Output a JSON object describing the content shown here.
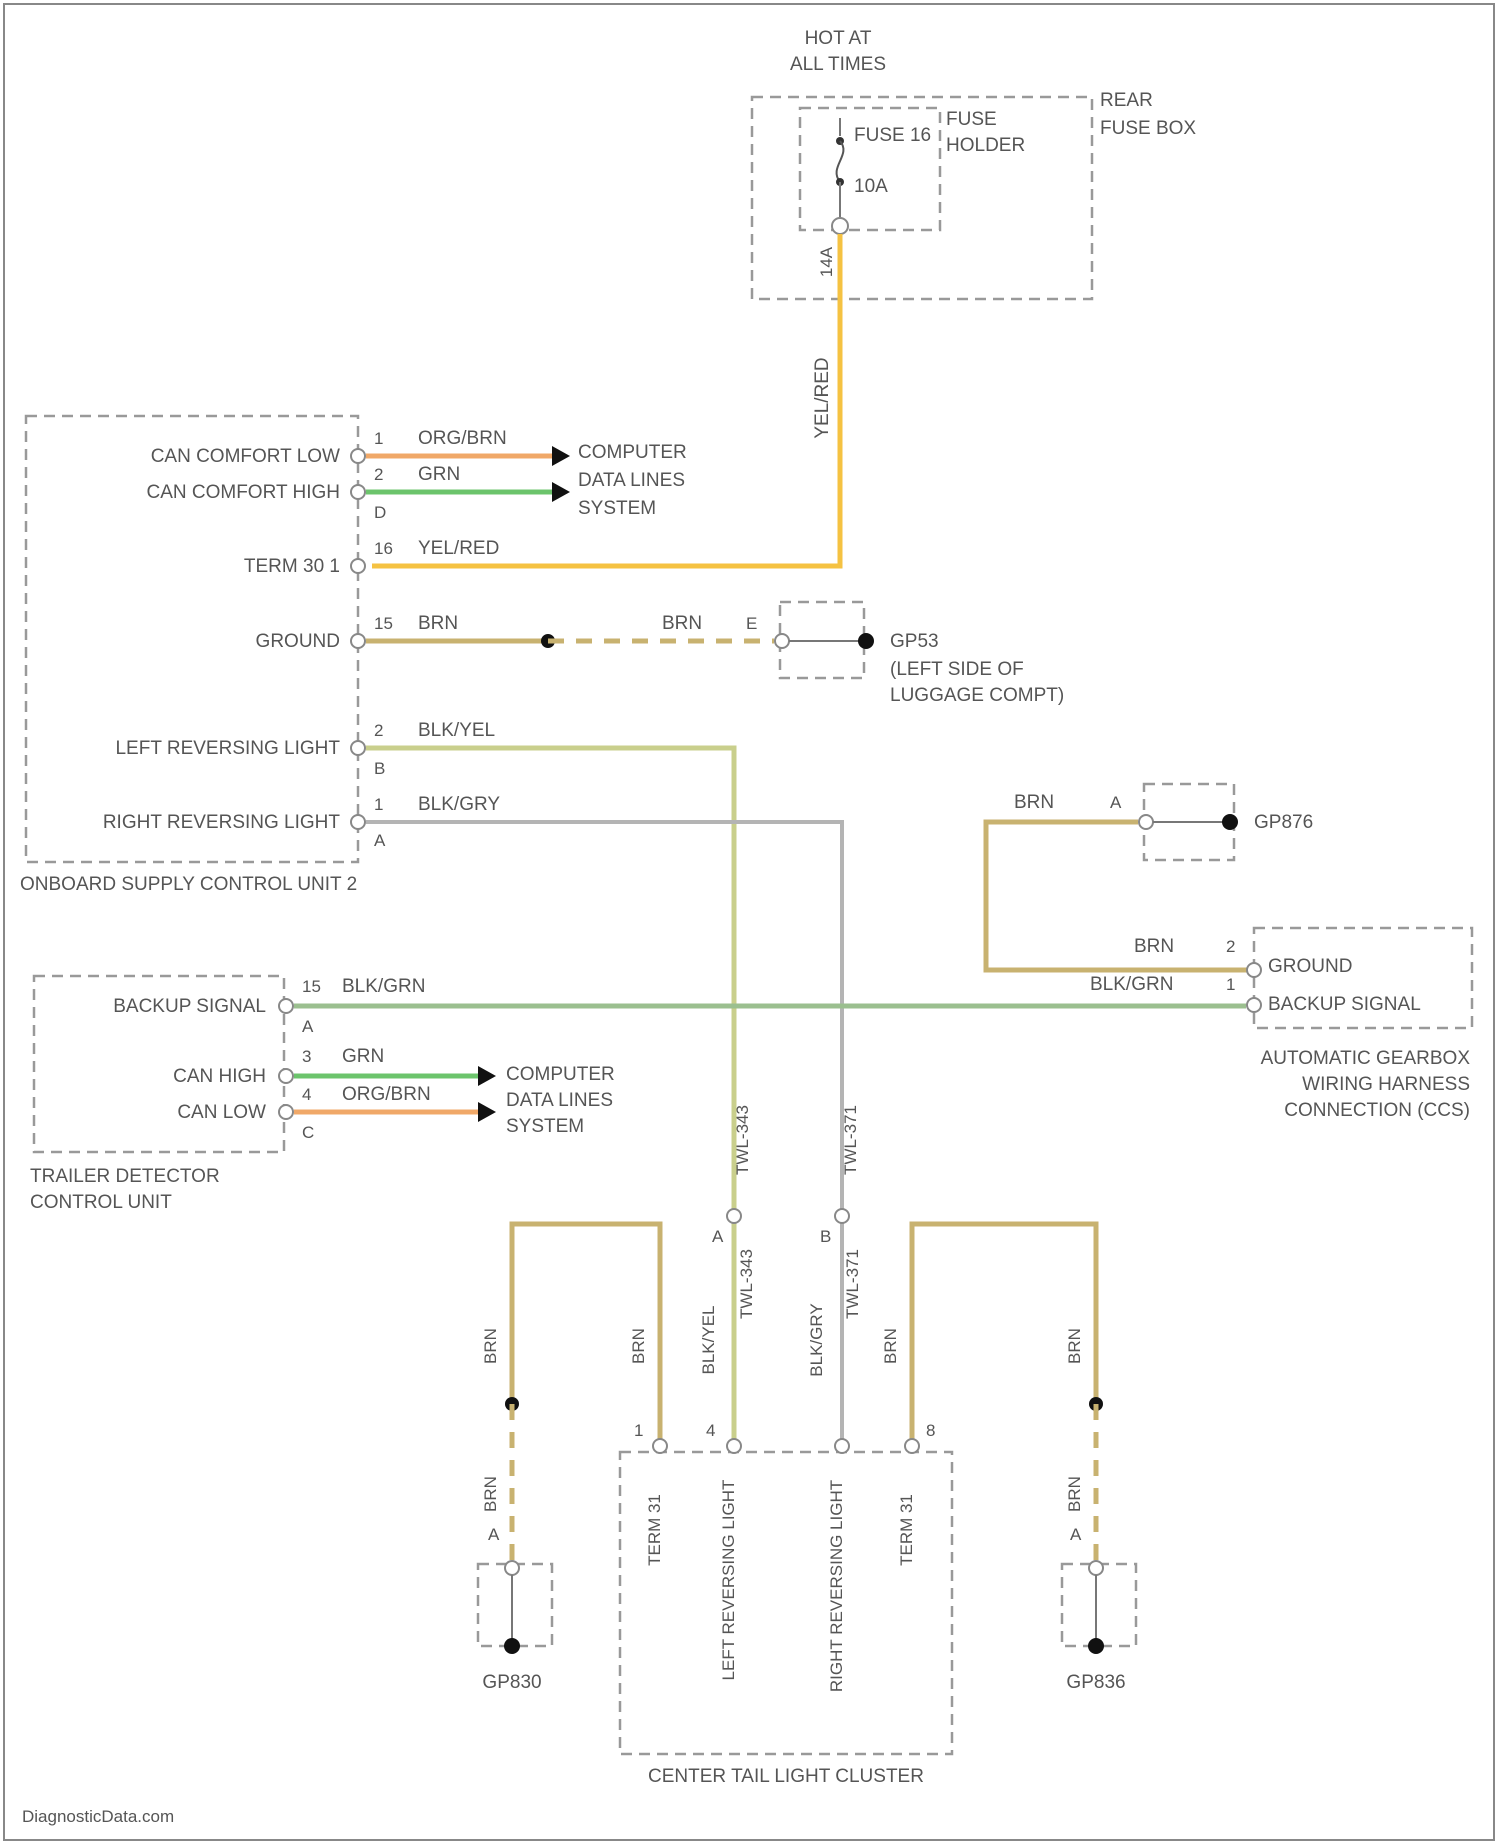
{
  "colors": {
    "yel_red": "#F5C242",
    "brn": "#C8B270",
    "org_brn": "#F0A868",
    "grn": "#6CC46C",
    "bla_yel": "#C9CF8C",
    "bla_gry": "#B4B4B4",
    "bla_grn": "#9BBF8F",
    "text": "#555555"
  },
  "power": {
    "label_line1": "HOT AT",
    "label_line2": "ALL TIMES"
  },
  "fuse_box": {
    "name_line1": "REAR",
    "name_line2": "FUSE BOX",
    "holder_line1": "FUSE",
    "holder_line2": "HOLDER",
    "fuse_label": "FUSE 16",
    "fuse_rating": "10A",
    "terminal": "14A"
  },
  "wires": {
    "feed_color": "YEL/RED",
    "comp_computer_line1": "COMPUTER",
    "comp_computer_line2": "DATA LINES",
    "comp_computer_line3": "SYSTEM"
  },
  "onboard_unit": {
    "name": "ONBOARD SUPPLY CONTROL UNIT 2",
    "pins": [
      {
        "label": "CAN COMFORT LOW",
        "pin": "1",
        "conn": "",
        "wire": "ORG/BRN"
      },
      {
        "label": "CAN COMFORT HIGH",
        "pin": "2",
        "conn": "D",
        "wire": "GRN"
      },
      {
        "label": "TERM 30 1",
        "pin": "16",
        "conn": "",
        "wire": "YEL/RED"
      },
      {
        "label": "GROUND",
        "pin": "15",
        "conn": "",
        "wire": "BRN"
      },
      {
        "label": "LEFT REVERSING LIGHT",
        "pin": "2",
        "conn": "B",
        "wire": "BLK/YEL"
      },
      {
        "label": "RIGHT REVERSING LIGHT",
        "pin": "1",
        "conn": "A",
        "wire": "BLK/GRY"
      }
    ]
  },
  "ground_gp53": {
    "wire": "BRN",
    "pin": "E",
    "name": "GP53",
    "loc_line1": "(LEFT SIDE OF",
    "loc_line2": "LUGGAGE COMPT)"
  },
  "ground_gp876": {
    "wire": "BRN",
    "pin": "A",
    "name": "GP876"
  },
  "gearbox": {
    "name_line1": "AUTOMATIC GEARBOX",
    "name_line2": "WIRING HARNESS",
    "name_line3": "CONNECTION (CCS)",
    "pins": [
      {
        "label": "GROUND",
        "pin": "2",
        "wire": "BRN"
      },
      {
        "label": "BACKUP SIGNAL",
        "pin": "1",
        "wire": "BLK/GRN"
      }
    ]
  },
  "trailer_unit": {
    "name_line1": "TRAILER DETECTOR",
    "name_line2": "CONTROL UNIT",
    "pins": [
      {
        "label": "BACKUP SIGNAL",
        "pin": "15",
        "conn": "A",
        "wire": "BLK/GRN"
      },
      {
        "label": "CAN HIGH",
        "pin": "3",
        "conn": "",
        "wire": "GRN"
      },
      {
        "label": "CAN LOW",
        "pin": "4",
        "conn": "C",
        "wire": "ORG/BRN"
      }
    ]
  },
  "tail_cluster": {
    "name": "CENTER TAIL LIGHT CLUSTER",
    "pins": [
      {
        "label": "TERM 31",
        "pin": "1"
      },
      {
        "label": "LEFT REVERSING LIGHT",
        "pin": "4"
      },
      {
        "label": "RIGHT REVERSING LIGHT",
        "pin": ""
      },
      {
        "label": "TERM 31",
        "pin": "8"
      }
    ],
    "connector_left": "TWL-343",
    "connector_right": "TWL-371",
    "pin_a": "A",
    "pin_b": "B"
  },
  "grounds_bottom": [
    {
      "name": "GP830",
      "wire": "BRN",
      "pin": "A"
    },
    {
      "name": "GP836",
      "wire": "BRN",
      "pin": "A"
    }
  ],
  "footer": {
    "text": "DiagnosticData.com"
  }
}
